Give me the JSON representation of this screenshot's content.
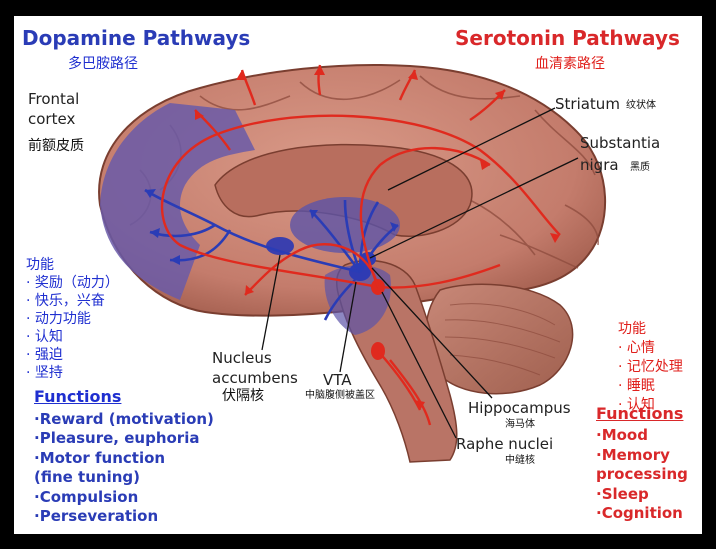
{
  "colors": {
    "dopamine": "#2a3cb6",
    "serotonin": "#d9282a",
    "tissue": "#c98272",
    "tissue_dark": "#8a4a3c",
    "pathway_fill": "#6a5aa8"
  },
  "dopamine": {
    "title": "Dopamine Pathways",
    "title_cn": "多巴胺路径",
    "functions_cn_head": "功能",
    "functions_cn": [
      "· 奖励（动力）",
      "· 快乐，兴奋",
      "· 动力功能",
      "· 认知",
      "· 强迫",
      "· 坚持"
    ],
    "functions_head": "Functions",
    "functions": [
      "·Reward (motivation)",
      "·Pleasure, euphoria",
      "·Motor function",
      " (fine tuning)",
      "·Compulsion",
      "·Perseveration"
    ]
  },
  "serotonin": {
    "title": "Serotonin Pathways",
    "title_cn": "血清素路径",
    "functions_cn_head": "功能",
    "functions_cn": [
      "· 心情",
      "· 记忆处理",
      "· 睡眠",
      "· 认知"
    ],
    "functions_head": "Functions",
    "functions": [
      "·Mood",
      "·Memory",
      " processing",
      "·Sleep",
      "·Cognition"
    ]
  },
  "labels": {
    "frontal_1": "Frontal",
    "frontal_2": "cortex",
    "frontal_cn": "前额皮质",
    "striatum": "Striatum",
    "striatum_cn": "纹状体",
    "substantia_1": "Substantia",
    "substantia_2": "nigra",
    "substantia_cn": "黑质",
    "nucleus_1": "Nucleus",
    "nucleus_2": "accumbens",
    "nucleus_cn": "伏隔核",
    "vta": "VTA",
    "vta_cn": "中脑腹侧被盖区",
    "hippocampus": "Hippocampus",
    "hippocampus_cn": "海马体",
    "raphe": "Raphe nuclei",
    "raphe_cn": "中缝核"
  }
}
